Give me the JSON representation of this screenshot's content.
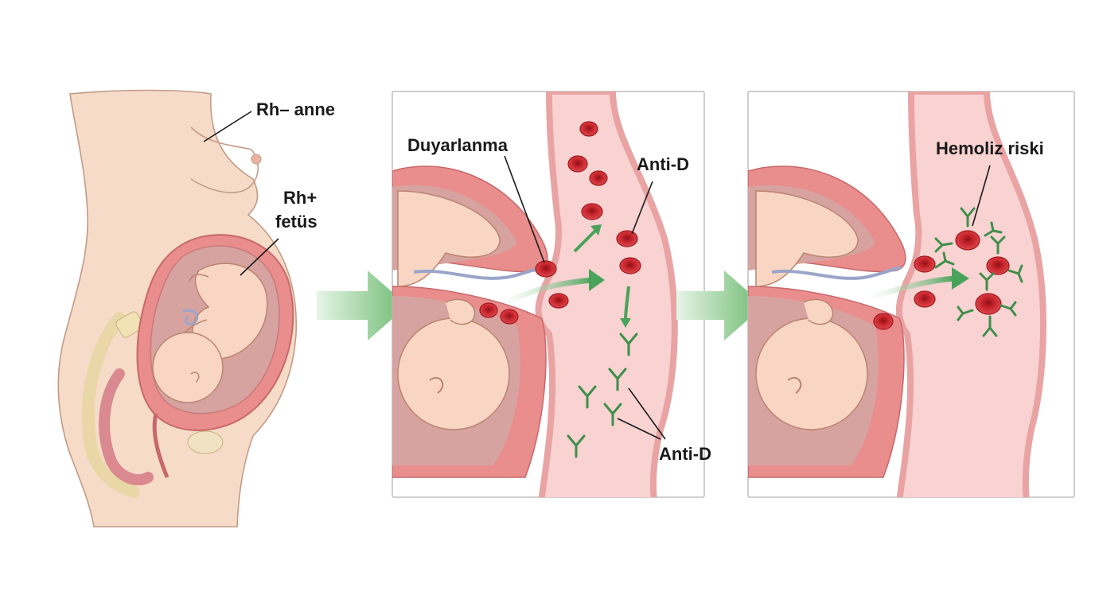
{
  "labels": {
    "mother": "Rh– anne",
    "fetus_line1": "Rh+",
    "fetus_line2": "fetüs",
    "sensitization": "Duyarlanma",
    "antid_top": "Anti-D",
    "antid_bottom": "Anti-D",
    "hemolysis": "Hemoliz riski"
  },
  "colors": {
    "skin": "#f6dcc8",
    "skin_outline": "#c49a86",
    "uterus": "#e98d8d",
    "vessel_fill": "#f9d2d2",
    "vessel_wall": "#e9a3a3",
    "rbc": "#c8242c",
    "antibody": "#3f8f4a",
    "arrow": "#7cc37e",
    "frame": "#bdbdbd"
  }
}
